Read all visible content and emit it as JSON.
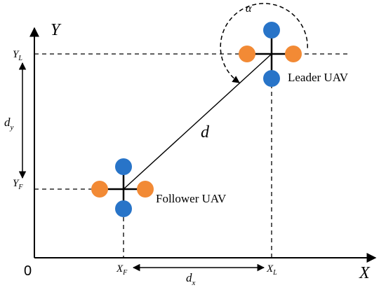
{
  "axes": {
    "y_label": "Y",
    "x_label": "X",
    "origin_label": "0"
  },
  "ticks": {
    "y_leader": {
      "base": "Y",
      "sub": "L"
    },
    "y_follower": {
      "base": "Y",
      "sub": "F"
    },
    "x_follower": {
      "base": "X",
      "sub": "F"
    },
    "x_leader": {
      "base": "X",
      "sub": "L"
    }
  },
  "dims": {
    "dy": {
      "base": "d",
      "sub": "y"
    },
    "dx": {
      "base": "d",
      "sub": "x"
    },
    "d": "d",
    "alpha": "α"
  },
  "uav": {
    "leader_label": "Leader UAV",
    "follower_label": "Follower UAV"
  },
  "colors": {
    "rotor_blue": "#2874c8",
    "rotor_orange": "#f28a35",
    "line": "#000000"
  }
}
